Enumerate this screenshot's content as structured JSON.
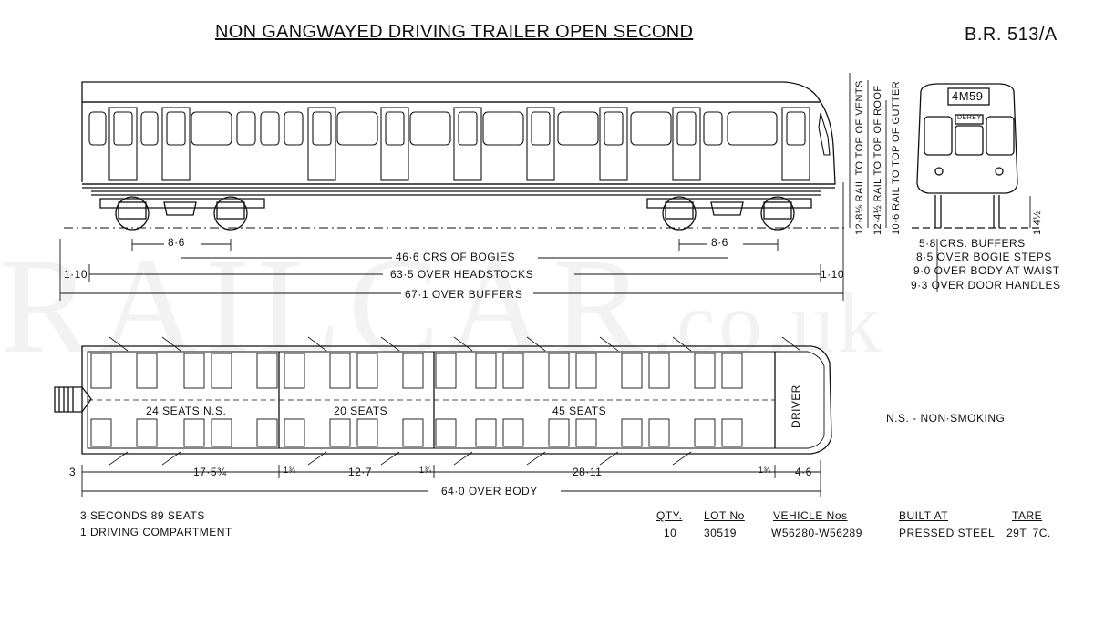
{
  "drawing": {
    "title": "NON GANGWAYED DRIVING TRAILER OPEN SECOND",
    "reference": "B.R. 513/A",
    "watermark_main": "RAILCAR",
    "watermark_suffix": ".co.uk"
  },
  "side_dims": {
    "left_bogie_wheelbase": "8·6",
    "right_bogie_wheelbase": "8·6",
    "bogie_centres": "46·6 CRS OF BOGIES",
    "headstocks": "63·5 OVER HEADSTOCKS",
    "buffers": "67·1 OVER BUFFERS",
    "left_buffer": "1·10",
    "right_buffer": "1·10"
  },
  "height_dims": {
    "vents": "12·8⅛ RAIL TO TOP OF VENTS",
    "roof": "12·4½ RAIL TO TOP OF ROOF",
    "gutter": "10·6 RAIL TO TOP OF GUTTER",
    "floor": "1·4½"
  },
  "end_view": {
    "headcode": "4M59",
    "destination": "DERBY"
  },
  "end_dims": [
    "5·8 CRS. BUFFERS",
    "8·5 OVER BOGIE STEPS",
    "9·0 OVER BODY AT WAIST",
    "9·3 OVER DOOR HANDLES"
  ],
  "plan": {
    "saloon1": "24 SEATS N.S.",
    "saloon2": "20 SEATS",
    "saloon3": "45 SEATS",
    "cab": "DRIVER"
  },
  "plan_dims": {
    "d1": "3",
    "d2": "17·5¾",
    "d3": "1¾",
    "d4": "12·7",
    "d5": "1¾",
    "d6": "28·11",
    "d7": "1¾",
    "d8": "4·6",
    "body": "64·0 OVER BODY"
  },
  "legend": "N.S. - NON·SMOKING",
  "summary": {
    "line1": "3 SECONDS 89 SEATS",
    "line2": "1 DRIVING COMPARTMENT"
  },
  "table": {
    "headers": [
      "QTY.",
      "LOT No",
      "VEHICLE Nos",
      "BUILT AT",
      "TARE"
    ],
    "values": [
      "10",
      "30519",
      "W56280-W56289",
      "PRESSED STEEL",
      "29T. 7C."
    ]
  }
}
